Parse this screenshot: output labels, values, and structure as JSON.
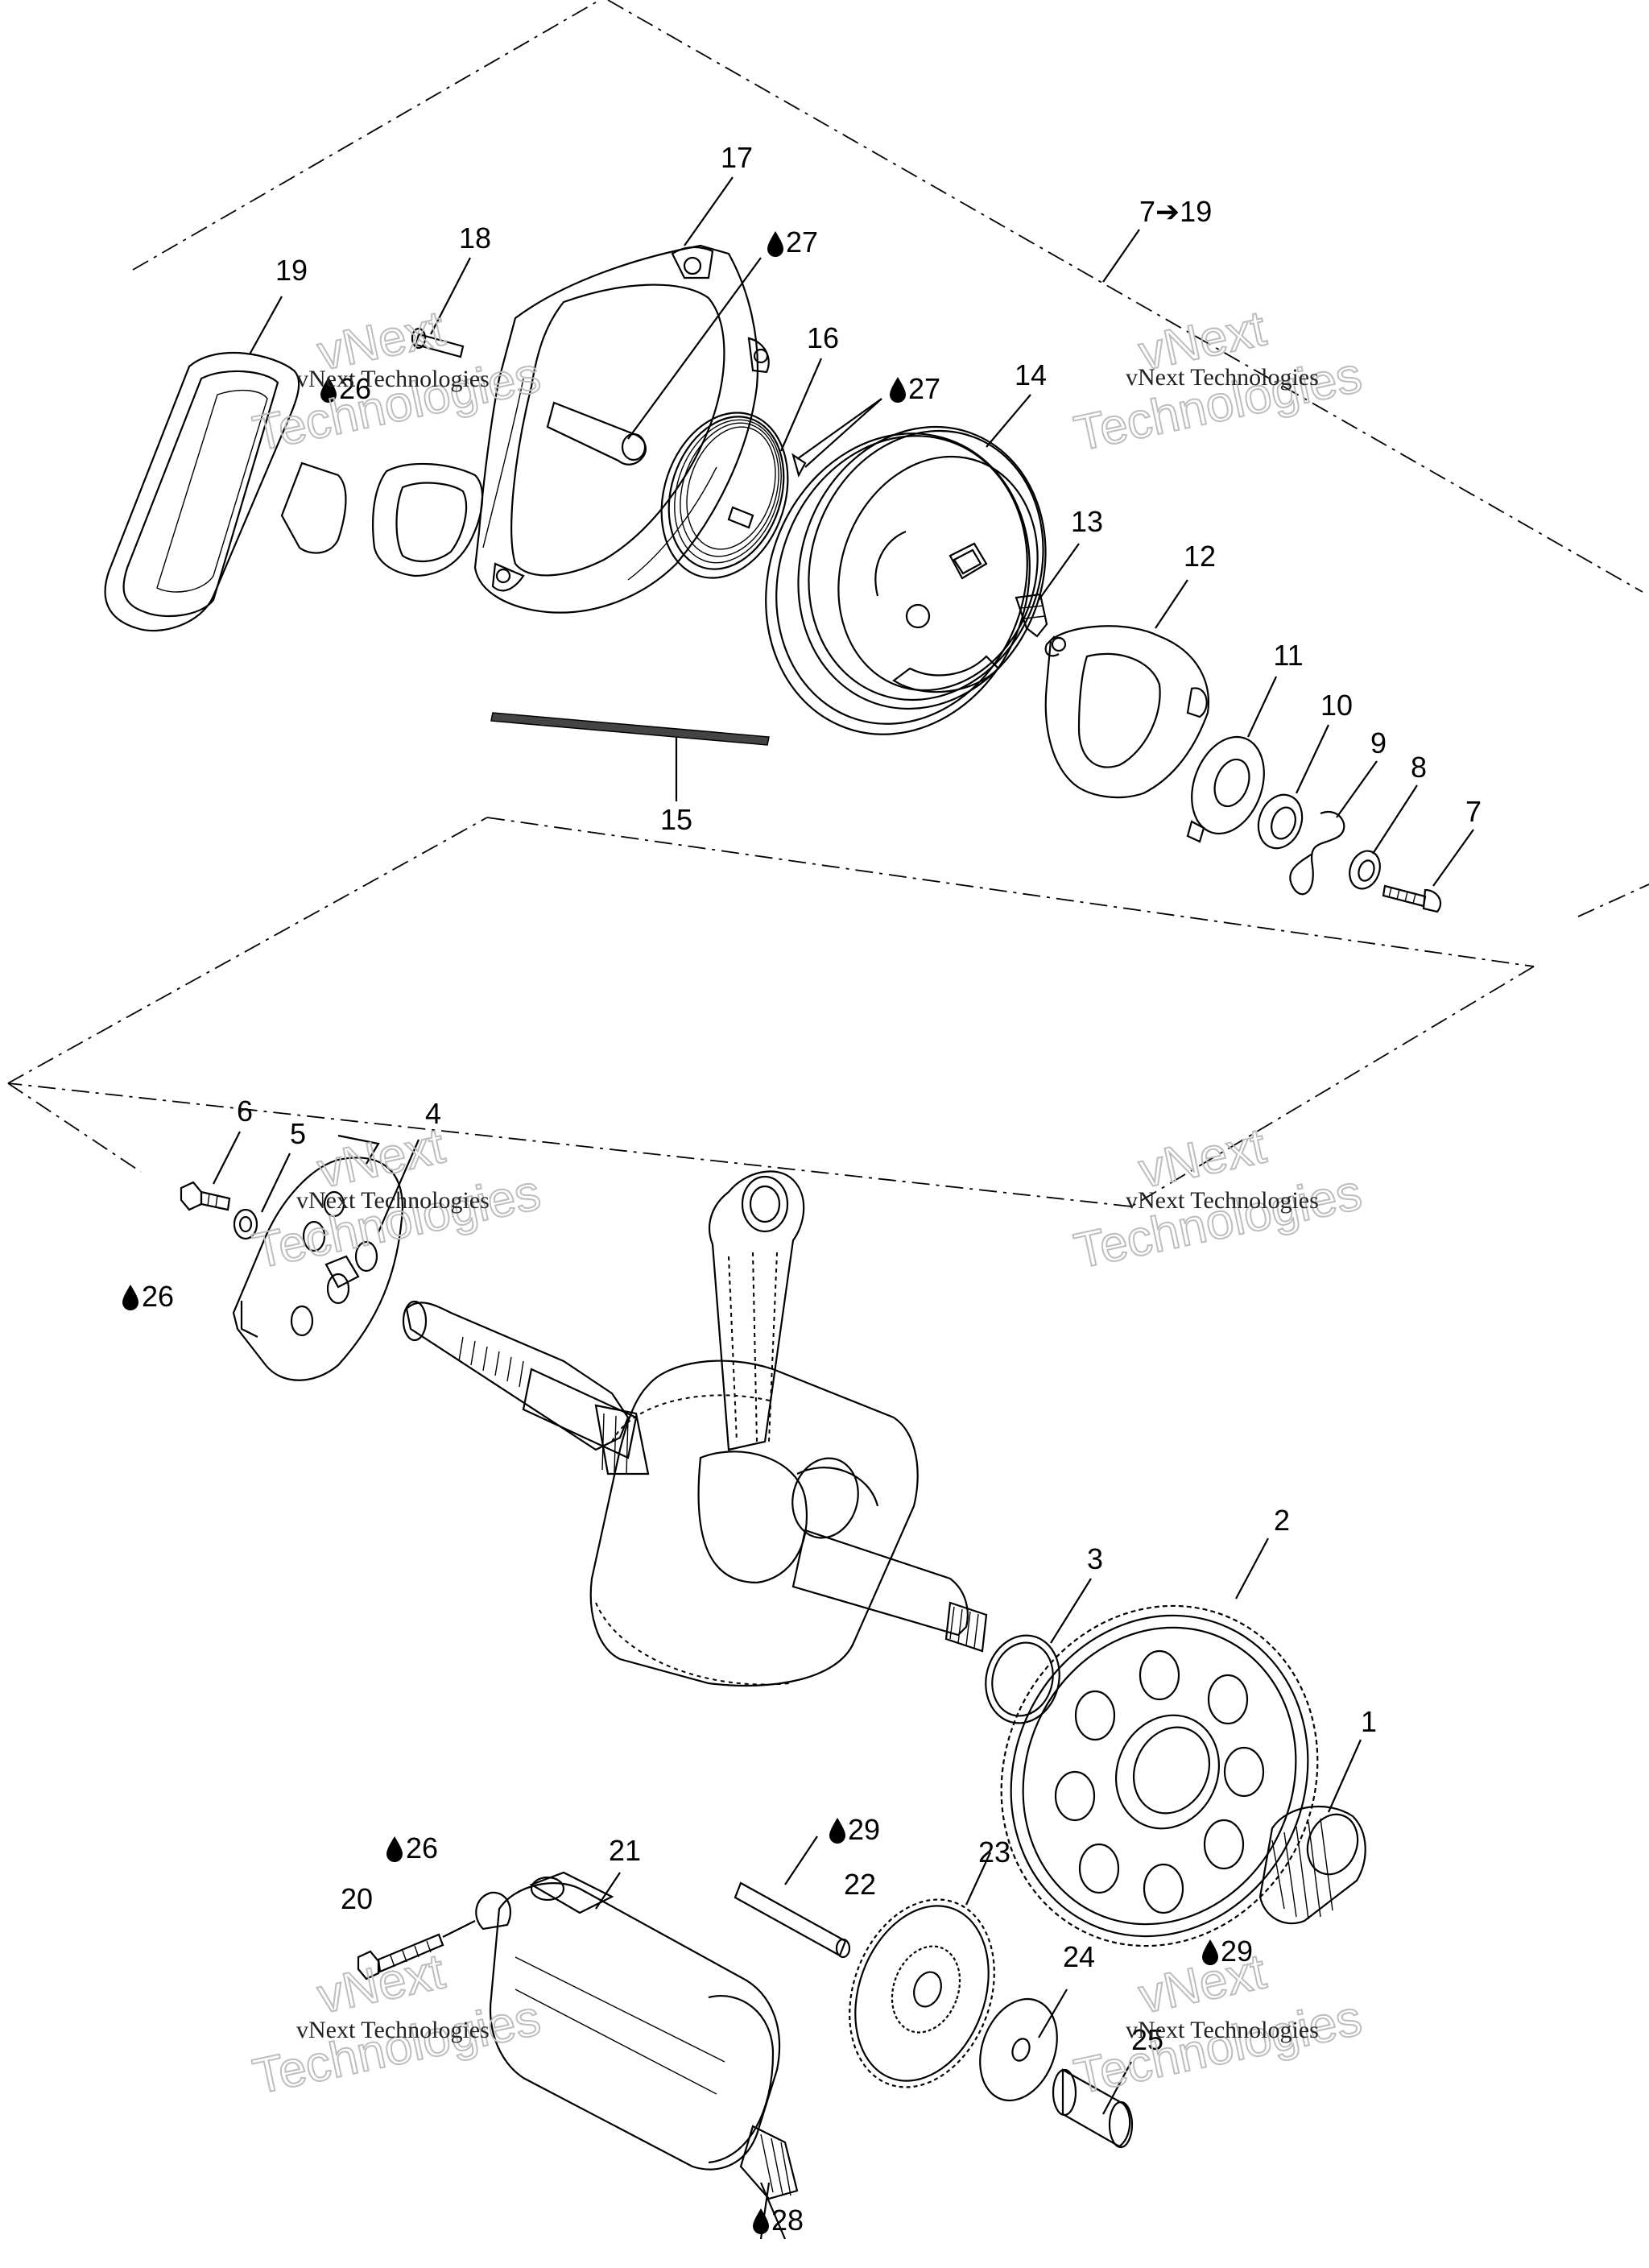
{
  "callouts": {
    "c1": "1",
    "c2": "2",
    "c3": "3",
    "c4": "4",
    "c5": "5",
    "c6": "6",
    "c7": "7",
    "c8": "8",
    "c9": "9",
    "c10": "10",
    "c11": "11",
    "c12": "12",
    "c13": "13",
    "c14": "14",
    "c15": "15",
    "c16": "16",
    "c17": "17",
    "c18": "18",
    "c19": "19",
    "c20": "20",
    "c21": "21",
    "c22": "22",
    "c23": "23",
    "c24": "24",
    "c25": "25"
  },
  "lubricant_marks": {
    "icon": "oil-drop-icon",
    "m26a": "26",
    "m26b": "26",
    "m26c": "26",
    "m27a": "27",
    "m27b": "27",
    "m28": "28",
    "m29a": "29",
    "m29b": "29"
  },
  "range_note": "7➔19",
  "watermark": {
    "line1": "vNext Technologies",
    "line2": "vNext",
    "line3": "Technologies"
  }
}
